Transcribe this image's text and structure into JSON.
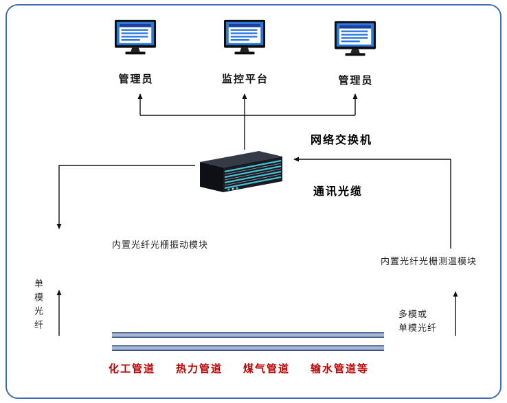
{
  "terminals": [
    {
      "label": "管理员"
    },
    {
      "label": "监控平台"
    },
    {
      "label": "管理员"
    }
  ],
  "switch_label": "网络交换机",
  "cable_label": "通讯光缆",
  "modules": {
    "vibration": "内置光纤光栅振动模块",
    "temperature": "内置光纤光栅测温模块"
  },
  "fibers": {
    "left_vertical": "单模光纤",
    "right_line1": "多模或",
    "right_line2": "单模光纤"
  },
  "pipelines": {
    "items": [
      "化工管道",
      "热力管道",
      "煤气管道",
      "输水管道等"
    ]
  },
  "colors": {
    "frame_border": "#3f6db5",
    "pipeline_text": "#c00000",
    "fiber_fill": "#9fb4d2",
    "fiber_edge": "#33507e",
    "switch_accent": "#45c2d4",
    "connection_line": "#111111"
  }
}
